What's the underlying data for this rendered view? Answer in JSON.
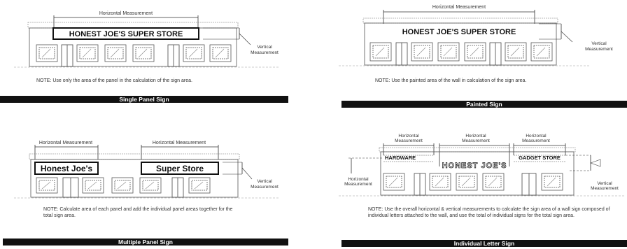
{
  "panels": [
    {
      "caption": "Single Panel Sign",
      "note": "NOTE: Use only the area of the panel in the calculation of the sign area.",
      "horizontal_label": "Horizontal Measurement",
      "vertical_label": [
        "Vertical",
        "Measurement"
      ],
      "sign_text": "HONEST JOE'S SUPER STORE"
    },
    {
      "caption": "Painted Sign",
      "note": "NOTE: Use the painted area of the wall in calculation of the sign area.",
      "horizontal_label": "Horizontal Measurement",
      "vertical_label": [
        "Vertical",
        "Measurement"
      ],
      "sign_text": "HONEST JOE'S SUPER STORE"
    },
    {
      "caption": "Multiple Panel Sign",
      "note": "NOTE: Calculate area of each panel and add the individual panel areas together for the total sign area.",
      "horizontal_labels": [
        "Horizontal Measurement",
        "Horizontal Measurement"
      ],
      "vertical_label": [
        "Vertical",
        "Measurement"
      ],
      "sign_texts": [
        "Honest Joe's",
        "Super Store"
      ]
    },
    {
      "caption": "Individual Letter Sign",
      "note": "NOTE: Use the overall horizontal & vertical measurements to calculate the sign area of a wall sign composed of individual letters attached to the wall, and use the total of individual signs for the total sign area.",
      "horizontal_labels": [
        [
          "Horizontal",
          "Measurement"
        ],
        [
          "Horizontal",
          "Measurement"
        ],
        [
          "Horizontal",
          "Measurement"
        ]
      ],
      "left_label": [
        "Horizontal",
        "Measurement"
      ],
      "right_label": [
        "Vertical",
        "Measurement"
      ],
      "sign_texts": [
        "HARDWARE",
        "HONEST JOE'S",
        "GADGET STORE"
      ]
    }
  ]
}
